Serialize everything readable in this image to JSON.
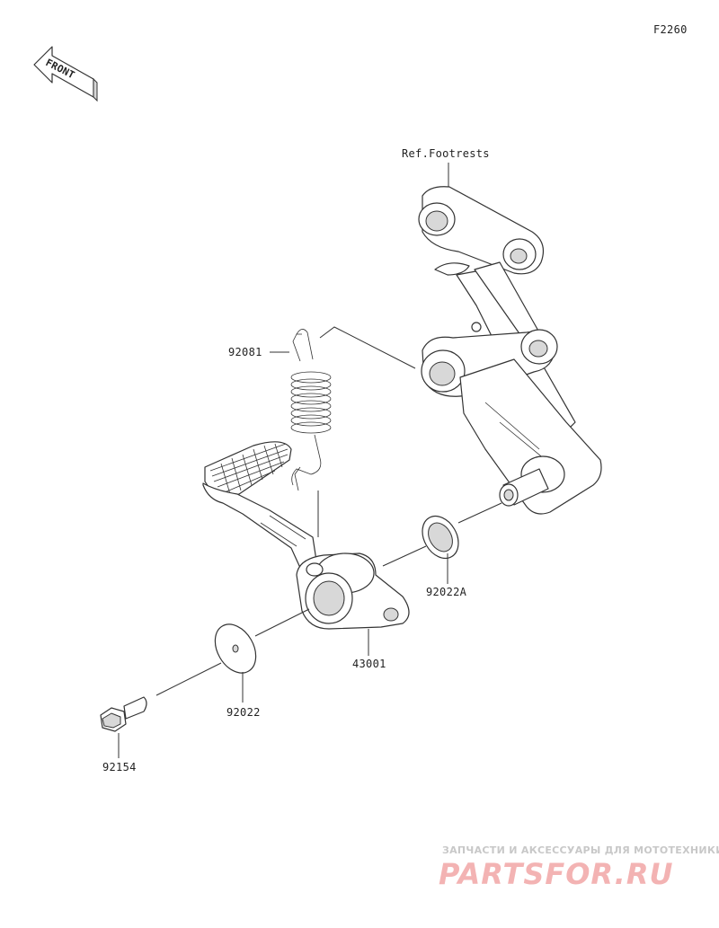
{
  "diagram": {
    "code": "F2260",
    "front_label": "FRONT",
    "reference_label": "Ref.Footrests",
    "callouts": [
      {
        "id": "spring",
        "number": "92081"
      },
      {
        "id": "washer-a",
        "number": "92022A"
      },
      {
        "id": "pedal",
        "number": "43001"
      },
      {
        "id": "washer",
        "number": "92022"
      },
      {
        "id": "bolt",
        "number": "92154"
      }
    ]
  },
  "watermark": {
    "tagline": "ЗАПЧАСТИ И АКСЕССУАРЫ ДЛЯ МОТОТЕХНИКИ",
    "brand": "PARTSFOR.RU"
  }
}
